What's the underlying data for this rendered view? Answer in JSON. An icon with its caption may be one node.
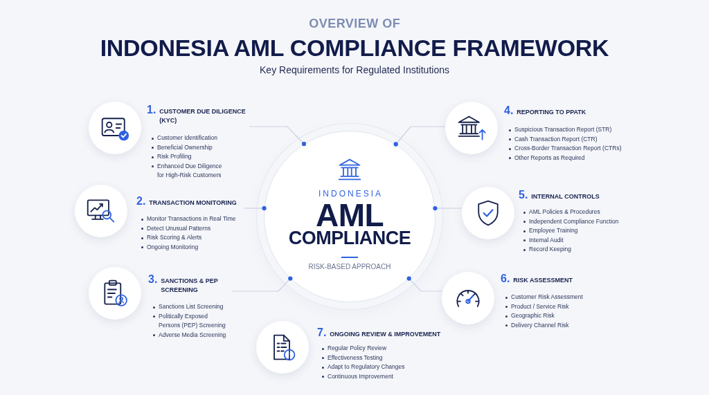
{
  "diagram": {
    "title": "INDONESIA AML COMPLIANCE FRAMEWORK",
    "nodes": [
      {
        "text": [
          "INDONESIA",
          "AML",
          "COMPLIANCE",
          "RISK-BASED APPROACH"
        ]
      },
      {
        "text": [
          "1.",
          "CUSTOMER DUE DILIGENCE (KYC)",
          "Customer Identification",
          "Beneficial Ownership",
          "Risk Profiling",
          "Enhanced Due Diligence for High-Risk Customers"
        ]
      },
      {
        "text": [
          "2.",
          "TRANSACTION MONITORING",
          "Monitor Transactions in Real Time",
          "Detect Unusual Patterns",
          "Risk Scoring & Alerts",
          "Ongoing Monitoring"
        ]
      },
      {
        "text": [
          "3.",
          "SANCTIONS & PEP SCREENING",
          "Sanctions List Screening",
          "Politically Exposed Persons (PEP) Screening",
          "Adverse Media Screening"
        ]
      },
      {
        "text": [
          "4.",
          "REPORTING TO PPATK",
          "Suspicious Transaction Report (STR)",
          "Cash Transaction Report (CTR)",
          "Cross-Border Transaction Report (CTRs)",
          "Other Reports as Required"
        ]
      },
      {
        "text": [
          "5.",
          "INTERNAL CONTROLS",
          "AML Policies & Procedures",
          "Independent Compliance Function",
          "Employee Training",
          "Internal Audit",
          "Record Keeping"
        ]
      },
      {
        "text": [
          "6.",
          "RISK ASSESSMENT",
          "Customer Risk Assessment",
          "Product / Service Risk",
          "Geographic Risk",
          "Delivery Channel Risk"
        ]
      },
      {
        "text": [
          "7.",
          "ONGOING REVIEW & IMPROVEMENT",
          "Regular Policy Review",
          "Effectiveness Testing",
          "Adapt to Regulatory Changes",
          "Continuous Improvement"
        ]
      }
    ],
    "edges": [
      {
        "from": 1,
        "to": 0,
        "arrow": "other"
      },
      {
        "from": 2,
        "to": 0,
        "arrow": "other"
      },
      {
        "from": 3,
        "to": 0,
        "arrow": "other"
      },
      {
        "from": 4,
        "to": 0,
        "arrow": "other"
      },
      {
        "from": 5,
        "to": 0,
        "arrow": "other"
      },
      {
        "from": 6,
        "to": 0,
        "arrow": "other"
      }
    ],
    "labels": [
      "OVERVIEW OF",
      "Key Requirements for Regulated Institutions"
    ]
  }
}
